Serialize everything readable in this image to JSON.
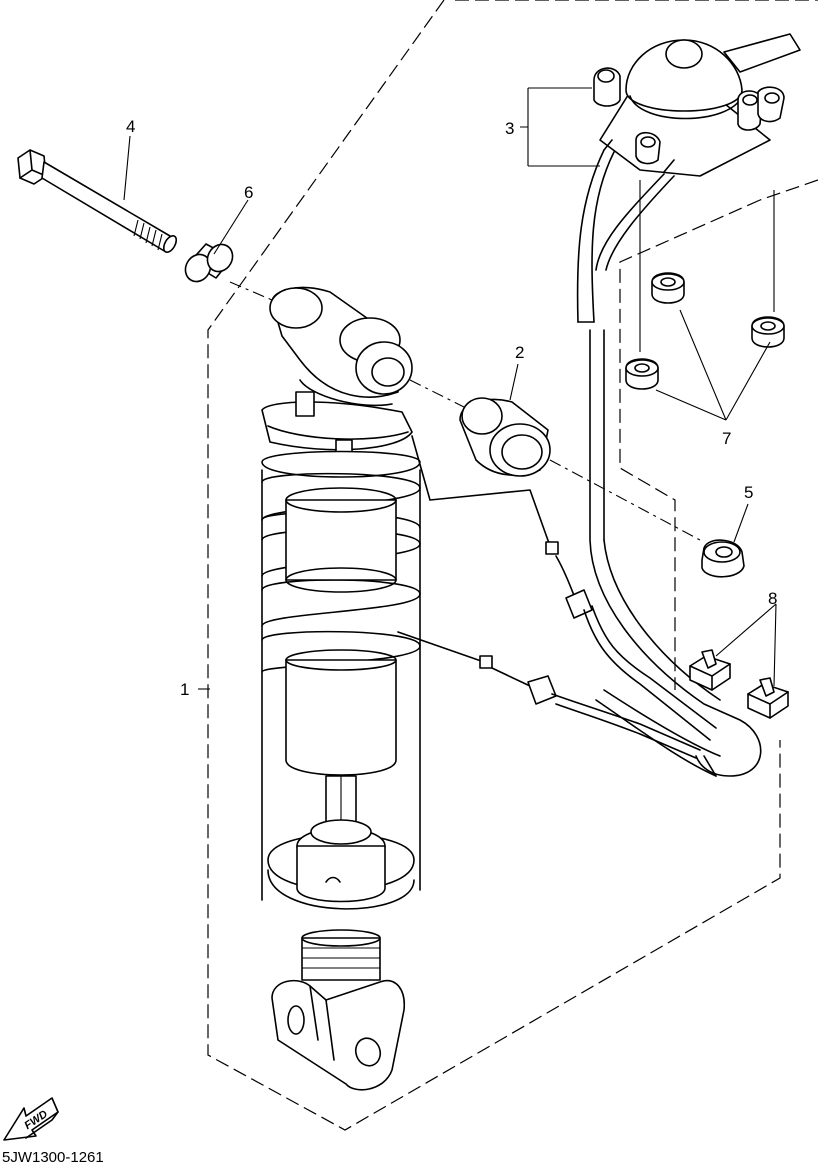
{
  "callouts": [
    {
      "id": "1",
      "label": "1"
    },
    {
      "id": "2",
      "label": "2"
    },
    {
      "id": "3",
      "label": "3"
    },
    {
      "id": "4",
      "label": "4"
    },
    {
      "id": "5",
      "label": "5"
    },
    {
      "id": "6",
      "label": "6"
    },
    {
      "id": "7",
      "label": "7"
    },
    {
      "id": "8",
      "label": "8"
    }
  ],
  "direction_badge": "FWD",
  "diagram_code": "5JW1300-1261"
}
